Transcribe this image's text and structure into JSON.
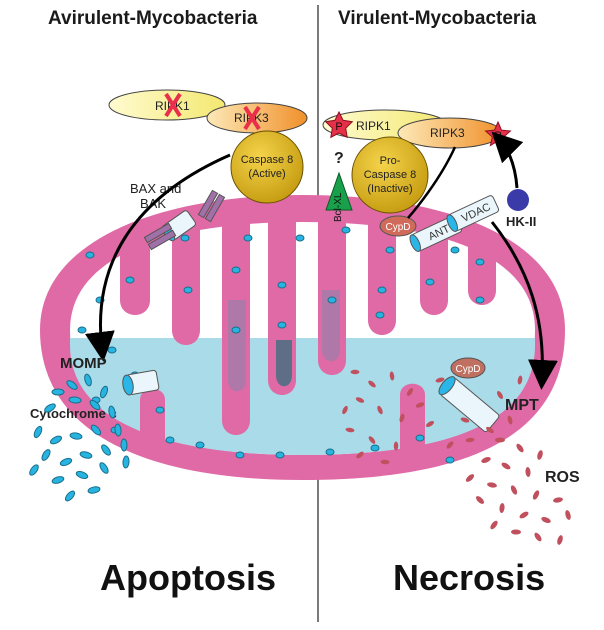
{
  "titles": {
    "left": "Avirulent-Mycobacteria",
    "right": "Virulent-Mycobacteria"
  },
  "outcomes": {
    "left": "Apoptosis",
    "right": "Necrosis"
  },
  "left": {
    "ripk1": "RIPK1",
    "ripk3": "RIPK3",
    "caspase_line1": "Caspase 8",
    "caspase_line2": "(Active)",
    "bax_line1": "BAX and",
    "bax_line2": "BAK",
    "momp": "MOMP",
    "cytochrome": "Cytochrome c"
  },
  "right": {
    "ripk1": "RIPK1",
    "ripk3": "RIPK3",
    "phospho": "P",
    "procasp_line1": "Pro-",
    "procasp_line2": "Caspase 8",
    "procasp_line3": "(Inactive)",
    "question": "?",
    "bclxl": "Bcl-XL",
    "cypd": "CypD",
    "ant": "ANT",
    "vdac": "VDAC",
    "hk2": "HK-II",
    "mpt": "MPT",
    "ros": "ROS"
  },
  "colors": {
    "membrane": "#e06aa6",
    "matrix": "#a9dbe8",
    "caspase": "#e0b820",
    "ripk1": "#f6f08a",
    "ripk3": "#f0a540",
    "phospho": "#e6304a",
    "vesicle": "#27b4e0",
    "ros": "#c0505e",
    "hk2": "#3a3aa8",
    "bclxl": "#18a04a",
    "cypd": "#d06a5a",
    "pore": "#d6f0f8"
  }
}
